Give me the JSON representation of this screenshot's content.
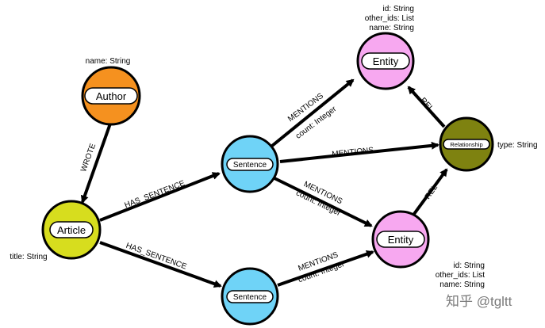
{
  "nodes": {
    "author": {
      "label": "Author",
      "props": [
        "name: String"
      ],
      "color": "#f5911f"
    },
    "article": {
      "label": "Article",
      "props": [
        "title: String"
      ],
      "color": "#d7dd1e"
    },
    "sentence1": {
      "label": "Sentence",
      "color": "#6fd3f7"
    },
    "sentence2": {
      "label": "Sentence",
      "color": "#6fd3f7"
    },
    "entity1": {
      "label": "Entity",
      "props": [
        "id: String",
        "other_ids: List",
        "name: String"
      ],
      "color": "#f7a8f0"
    },
    "entity2": {
      "label": "Entity",
      "props": [
        "id: String",
        "other_ids: List",
        "name: String"
      ],
      "color": "#f7a8f0"
    },
    "relationship": {
      "label": "Relationship",
      "props": [
        "type: String"
      ],
      "color": "#7e8210"
    }
  },
  "edges": {
    "wrote": "WROTE",
    "has_sentence_1": "HAS_SENTENCE",
    "has_sentence_2": "HAS_SENTENCE",
    "mentions_s1_e1": {
      "label": "MENTIONS",
      "prop": "count: Integer"
    },
    "mentions_s1_rel": "MENTIONS",
    "mentions_s1_e2": {
      "label": "MENTIONS",
      "prop": "count: Integer"
    },
    "mentions_s2_e2": {
      "label": "MENTIONS",
      "prop": "count: Integer"
    },
    "rel_to_e1": "REL",
    "rel_from_e2": "REL"
  },
  "watermark": "知乎 @tgltt"
}
